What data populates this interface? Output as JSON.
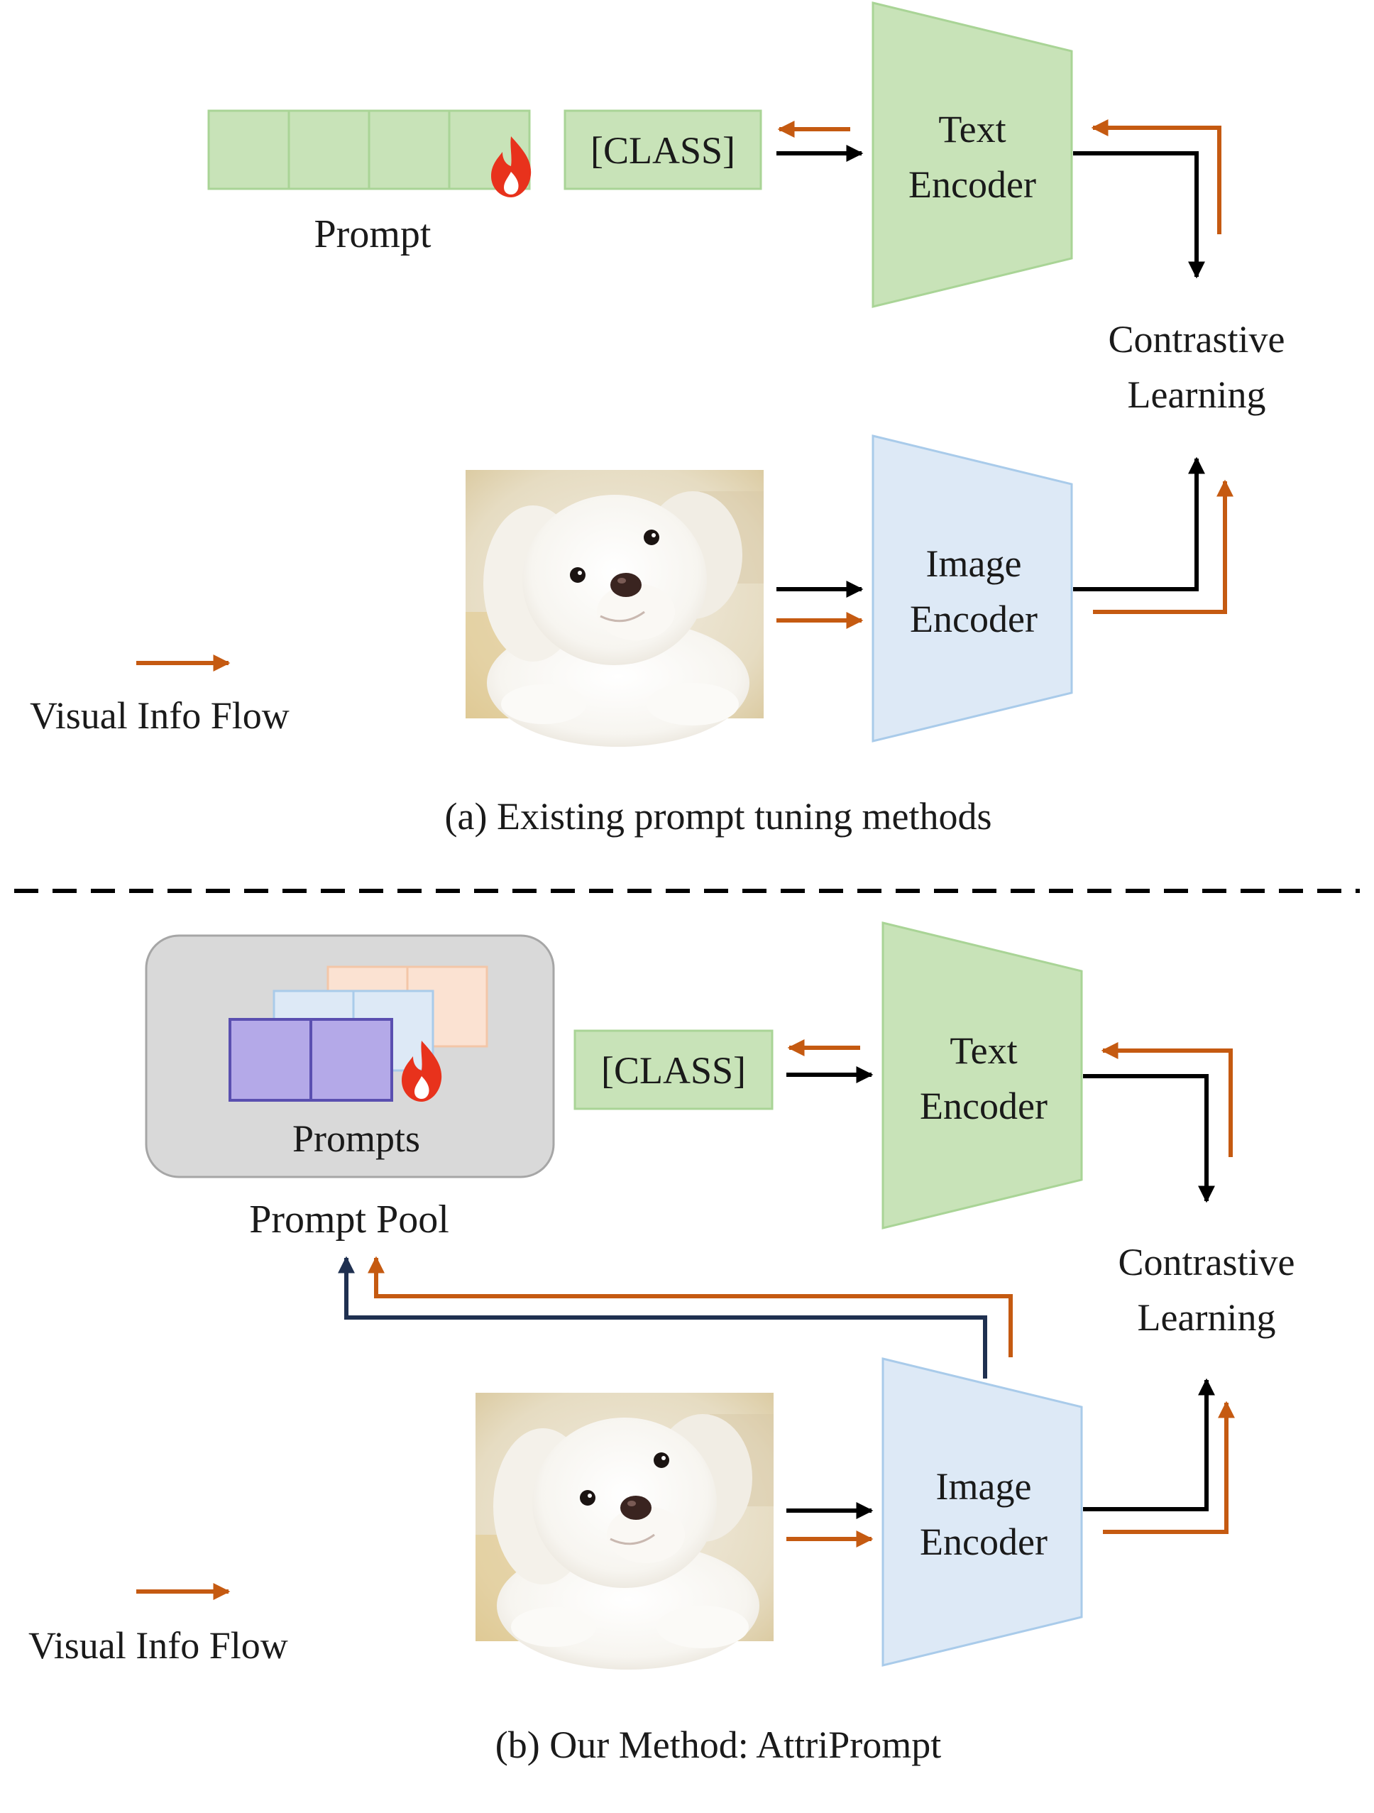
{
  "top": {
    "prompt_label": "Prompt",
    "class_token": "[CLASS]",
    "text_encoder": [
      "Text",
      "Encoder"
    ],
    "image_encoder": [
      "Image",
      "Encoder"
    ],
    "contrastive": [
      "Contrastive",
      "Learning"
    ],
    "legend": "Visual Info Flow",
    "caption": "(a) Existing prompt tuning methods"
  },
  "bottom": {
    "prompts_label": "Prompts",
    "pool_label": "Prompt Pool",
    "class_token": "[CLASS]",
    "text_encoder": [
      "Text",
      "Encoder"
    ],
    "image_encoder": [
      "Image",
      "Encoder"
    ],
    "contrastive": [
      "Contrastive",
      "Learning"
    ],
    "legend": "Visual Info Flow",
    "caption": "(b) Our Method: AttriPrompt"
  },
  "colors": {
    "green_fill": "#c8e3b8",
    "green_stroke": "#a9d496",
    "blue_fill": "#dde9f6",
    "blue_stroke": "#a9cbea",
    "orange": "#c55a11",
    "navy": "#1f3050",
    "purple_fill": "#b4a9e8",
    "purple_stroke": "#5a4fb0",
    "peach_fill": "#fbe2d2",
    "peach_stroke": "#f3c6a8",
    "pool_fill": "#d9d9d9",
    "flame": "#e8321c"
  }
}
